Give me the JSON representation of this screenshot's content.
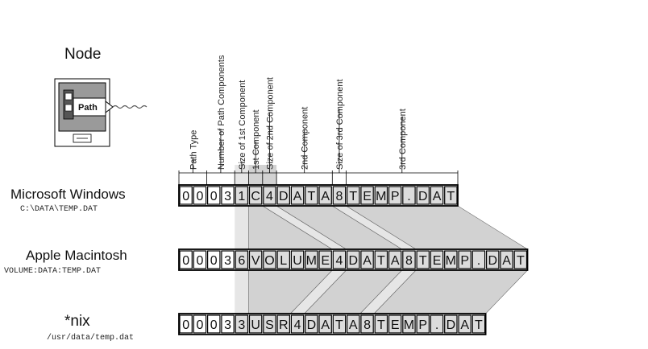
{
  "node": {
    "title": "Node",
    "icon_label": "Path"
  },
  "columns": [
    "Path Type",
    "Number of Path Components",
    "Size of 1st Component",
    "1st Component",
    "Size of 2nd Component",
    "2nd Component",
    "Size of 3rd Component",
    "3rd Component"
  ],
  "rows": [
    {
      "name": "Microsoft Windows",
      "path": "C:\\DATA\\TEMP.DAT",
      "bytes": [
        "0",
        "0",
        "0",
        "3",
        "1",
        "C",
        "4",
        "D",
        "A",
        "T",
        "A",
        "8",
        "T",
        "E",
        "M",
        "P",
        ".",
        "D",
        "A",
        "T"
      ]
    },
    {
      "name": "Apple Macintosh",
      "path": "VOLUME:DATA:TEMP.DAT",
      "bytes": [
        "0",
        "0",
        "0",
        "3",
        "6",
        "V",
        "O",
        "L",
        "U",
        "M",
        "E",
        "4",
        "D",
        "A",
        "T",
        "A",
        "8",
        "T",
        "E",
        "M",
        "P",
        ".",
        "D",
        "A",
        "T"
      ]
    },
    {
      "name": "*nix",
      "path": "/usr/data/temp.dat",
      "bytes": [
        "0",
        "0",
        "0",
        "3",
        "3",
        "U",
        "S",
        "R",
        "4",
        "D",
        "A",
        "T",
        "A",
        "8",
        "T",
        "E",
        "M",
        "P",
        ".",
        "D",
        "A",
        "T"
      ]
    }
  ],
  "colors": {
    "band": "#d2d2d2",
    "band_light": "#e6e6e6",
    "cell_bg": "#ffffff",
    "cell_shaded": "#dcdcdc",
    "line": "#000000"
  }
}
